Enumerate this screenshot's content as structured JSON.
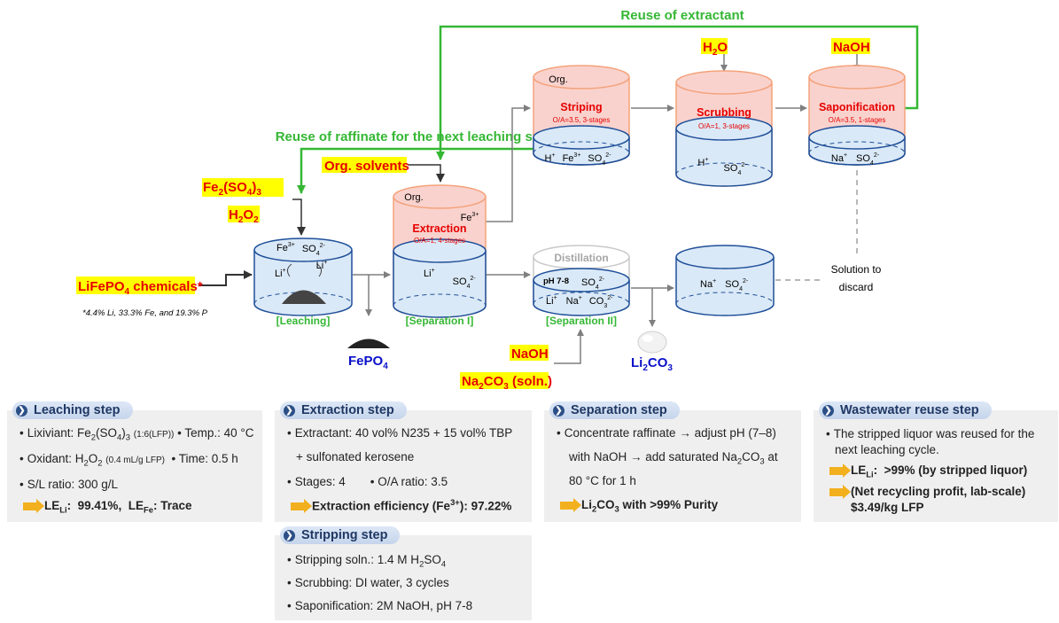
{
  "diagram": {
    "top_loop_label": "Reuse of extractant",
    "raffinate_loop_label": "Reuse of raffinate for the next leaching step",
    "inputs": {
      "h2o": "H2O",
      "naoh_top": "NaOH",
      "org_solvents": "Org. solvents",
      "fe2so43": "Fe2(SO4)3",
      "h2o2": "H2O2",
      "lifepo4": "LiFePO4 chemicals*",
      "footnote": "*4.4% Li, 33.3% Fe, and 19.3% P",
      "naoh_bottom": "NaOH",
      "na2co3": "Na2CO3 (soln.)"
    },
    "vessels": {
      "striping": {
        "title": "Striping",
        "cond": "O/A=3.5, 3-stages",
        "org": "Org.",
        "ions": "H+  Fe3+  SO4 2-"
      },
      "scrubbing": {
        "title": "Scrubbing",
        "cond": "O/A=1, 3-stages",
        "ions": "H+  SO4 2-"
      },
      "saponification": {
        "title": "Saponification",
        "cond": "O/A=3.5, 1-stages",
        "ions": "Na+  SO4 2-"
      },
      "extraction": {
        "title": "Extraction",
        "cond": "O/A=1, 4-stages",
        "org": "Org.",
        "fe": "Fe3+",
        "ions": "Li+  SO4 2-"
      },
      "leaching": {
        "ions": "Fe3+ SO4 2- Li+ Li+",
        "caption": "[Leaching]"
      },
      "separation1": {
        "caption": "[Separation I]"
      },
      "distillation": {
        "title": "Distillation",
        "ph": "pH 7-8",
        "ions": "SO4 2- Li+ Na+ CO3 2-",
        "caption": "[Separation II]"
      },
      "final": {
        "ions": "Na+  SO4 2-"
      }
    },
    "products": {
      "fepo4": "FePO4",
      "li2co3": "Li2CO3"
    },
    "discard": [
      "Solution to",
      "discard"
    ]
  },
  "panels": {
    "leaching": {
      "title": "Leaching step",
      "lixiviant": "Lixiviant: Fe2(SO4)3 (1:6(LFP))",
      "temp": "Temp.: 40 °C",
      "oxidant": "Oxidant: H2O2 (0.4 mL/g LFP)",
      "time": "Time: 0.5 h",
      "sl": "S/L ratio: 300 g/L",
      "result": "LELi: 99.41%, LEFe: Trace"
    },
    "extraction": {
      "title": "Extraction step",
      "line1": "Extractant: 40 vol% N235 + 15 vol% TBP",
      "line2": "+ sulfonated kerosene",
      "stages": "Stages: 4",
      "oa": "O/A ratio: 3.5",
      "result": "Extraction efficiency (Fe3+): 97.22%"
    },
    "stripping": {
      "title": "Stripping step",
      "l1": "Stripping soln.: 1.4 M H2SO4",
      "l2": "Scrubbing: DI water, 3 cycles",
      "l3": "Saponification: 2M NaOH, pH 7-8"
    },
    "separation": {
      "title": "Separation step",
      "l1": "Concentrate raffinate → adjust pH (7–8)",
      "l2": "with NaOH → add saturated Na2CO3 at",
      "l3": "80 °C for 1 h",
      "result": "Li2CO3 with >99% Purity"
    },
    "wastewater": {
      "title": "Wastewater reuse step",
      "l1": "The stripped liquor was reused for the",
      "l2": "next leaching cycle.",
      "r1": "LELi: >99% (by stripped liquor)",
      "r2": "(Net recycling profit, lab-scale)",
      "r3": "$3.49/kg LFP"
    }
  },
  "colors": {
    "red": "#e60000",
    "yellow": "#ffff00",
    "green": "#35b734",
    "blue": "#0a10c8",
    "pinkFill": "#f9d2cd",
    "blueFill": "#dae9f7",
    "vesselStroke": "#1f4f99",
    "orgStroke": "#f4a27a",
    "gold": "#f2b01e"
  }
}
